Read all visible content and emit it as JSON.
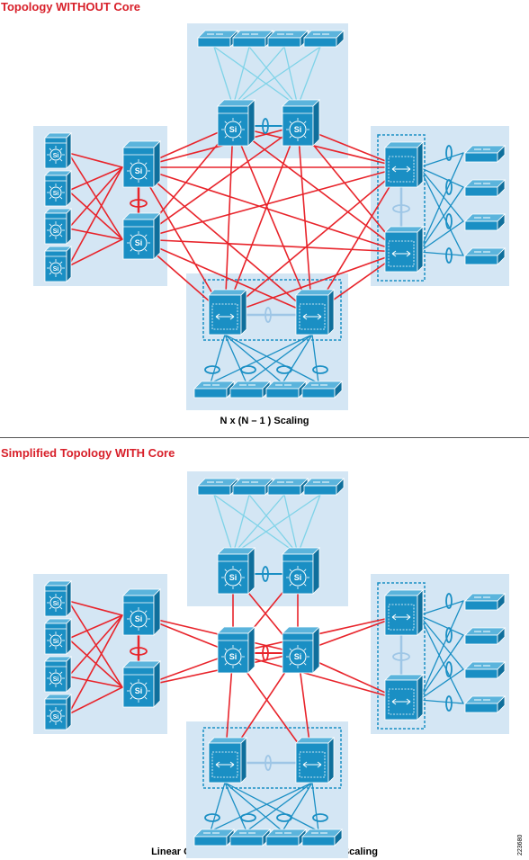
{
  "top_section": {
    "title": "Topology WITHOUT Core",
    "caption": "N x (N – 1 ) Scaling"
  },
  "bottom_section": {
    "title": "Simplified Topology WITH Core",
    "caption": "Linear Operational Complexity and Cost Scaling"
  },
  "figure_id": "223680",
  "device_labels": {
    "layer3": "Si"
  },
  "colors": {
    "title_red": "#d8202a",
    "link_red": "#e8242b",
    "link_blue": "#1a8fc4",
    "link_light_blue": "#7fd3e8",
    "panel_bg": "#d4e6f4",
    "device_blue": "#1a8fc4"
  }
}
